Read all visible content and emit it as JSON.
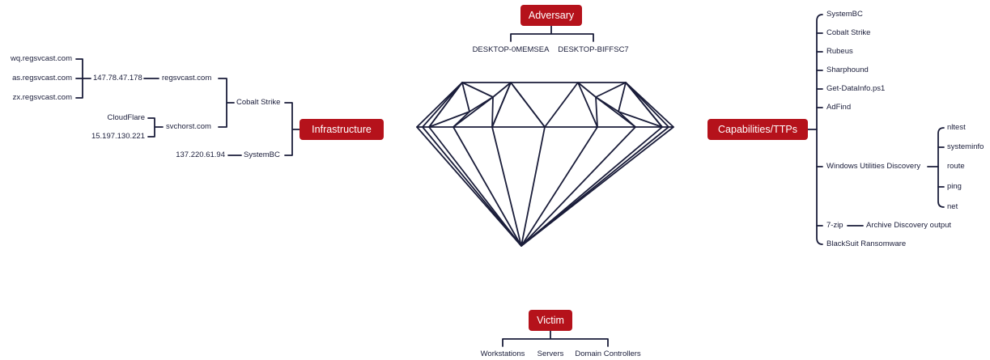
{
  "colors": {
    "accent": "#b5121b",
    "line": "#1a1d3a",
    "label_text": "#ffffff"
  },
  "adversary": {
    "label": "Adversary",
    "hosts": [
      "DESKTOP-0MEMSEA",
      "DESKTOP-BIFFSC7"
    ]
  },
  "victim": {
    "label": "Victim",
    "items": [
      "Workstations",
      "Servers",
      "Domain Controllers"
    ]
  },
  "infrastructure": {
    "label": "Infrastructure",
    "domains": [
      "wq.regsvcast.com",
      "as.regsvcast.com",
      "zx.regsvcast.com"
    ],
    "ip_1": "147.78.47.178",
    "domain_1": "regsvcast.com",
    "cdn": "CloudFlare",
    "ip_2": "15.197.130.221",
    "domain_2": "svchorst.com",
    "group_1": "Cobalt Strike",
    "ip_3": "137.220.61.94",
    "group_2": "SystemBC"
  },
  "capabilities": {
    "label": "Capabilities/TTPs",
    "items": [
      "SystemBC",
      "Cobalt Strike",
      "Rubeus",
      "Sharphound",
      "Get-DataInfo.ps1",
      "AdFind"
    ],
    "windows_discovery": "Windows Utilities Discovery",
    "windows_tools": [
      "nltest",
      "systeminfo",
      "route",
      "ping",
      "net"
    ],
    "zip": "7-zip",
    "zip_output": "Archive Discovery output",
    "ransomware": "BlackSuit Ransomware"
  }
}
